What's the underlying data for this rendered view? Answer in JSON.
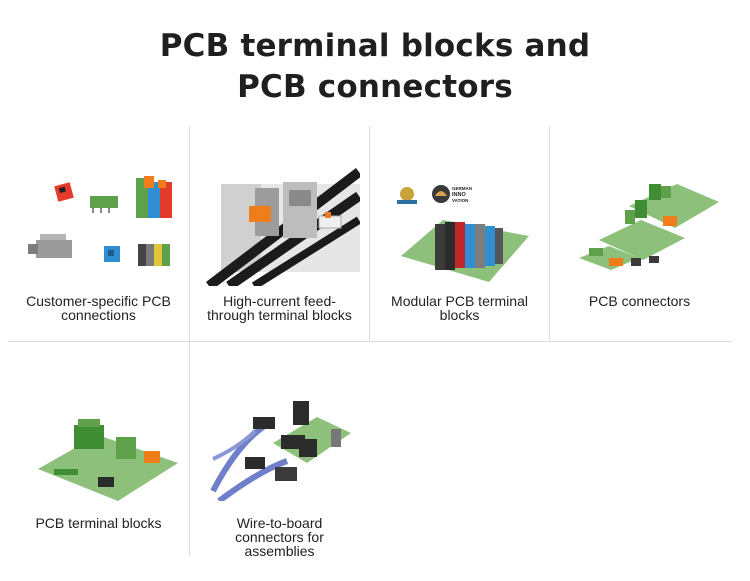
{
  "page": {
    "title_line1": "PCB terminal blocks and",
    "title_line2": "PCB connectors"
  },
  "tiles": [
    {
      "label": "Customer-specific PCB connections",
      "icon": "assorted-connectors-icon"
    },
    {
      "label": "High-current feed-through terminal blocks",
      "icon": "feed-through-terminal-icon"
    },
    {
      "label": "Modular PCB terminal blocks",
      "icon": "modular-terminal-board-icon"
    },
    {
      "label": "PCB connectors",
      "icon": "pcb-connectors-board-icon"
    },
    {
      "label": "PCB terminal blocks",
      "icon": "pcb-terminal-board-icon"
    },
    {
      "label": "Wire-to-board connectors for assemblies",
      "icon": "wire-to-board-icon"
    }
  ],
  "badges": {
    "award_text": "GERMAN INNO VATION"
  },
  "colors": {
    "board_green": "#8dc07a",
    "connector_green": "#5fa14b",
    "orange": "#ef7d1a",
    "blue": "#2f8fd0",
    "divider": "#dedede"
  }
}
